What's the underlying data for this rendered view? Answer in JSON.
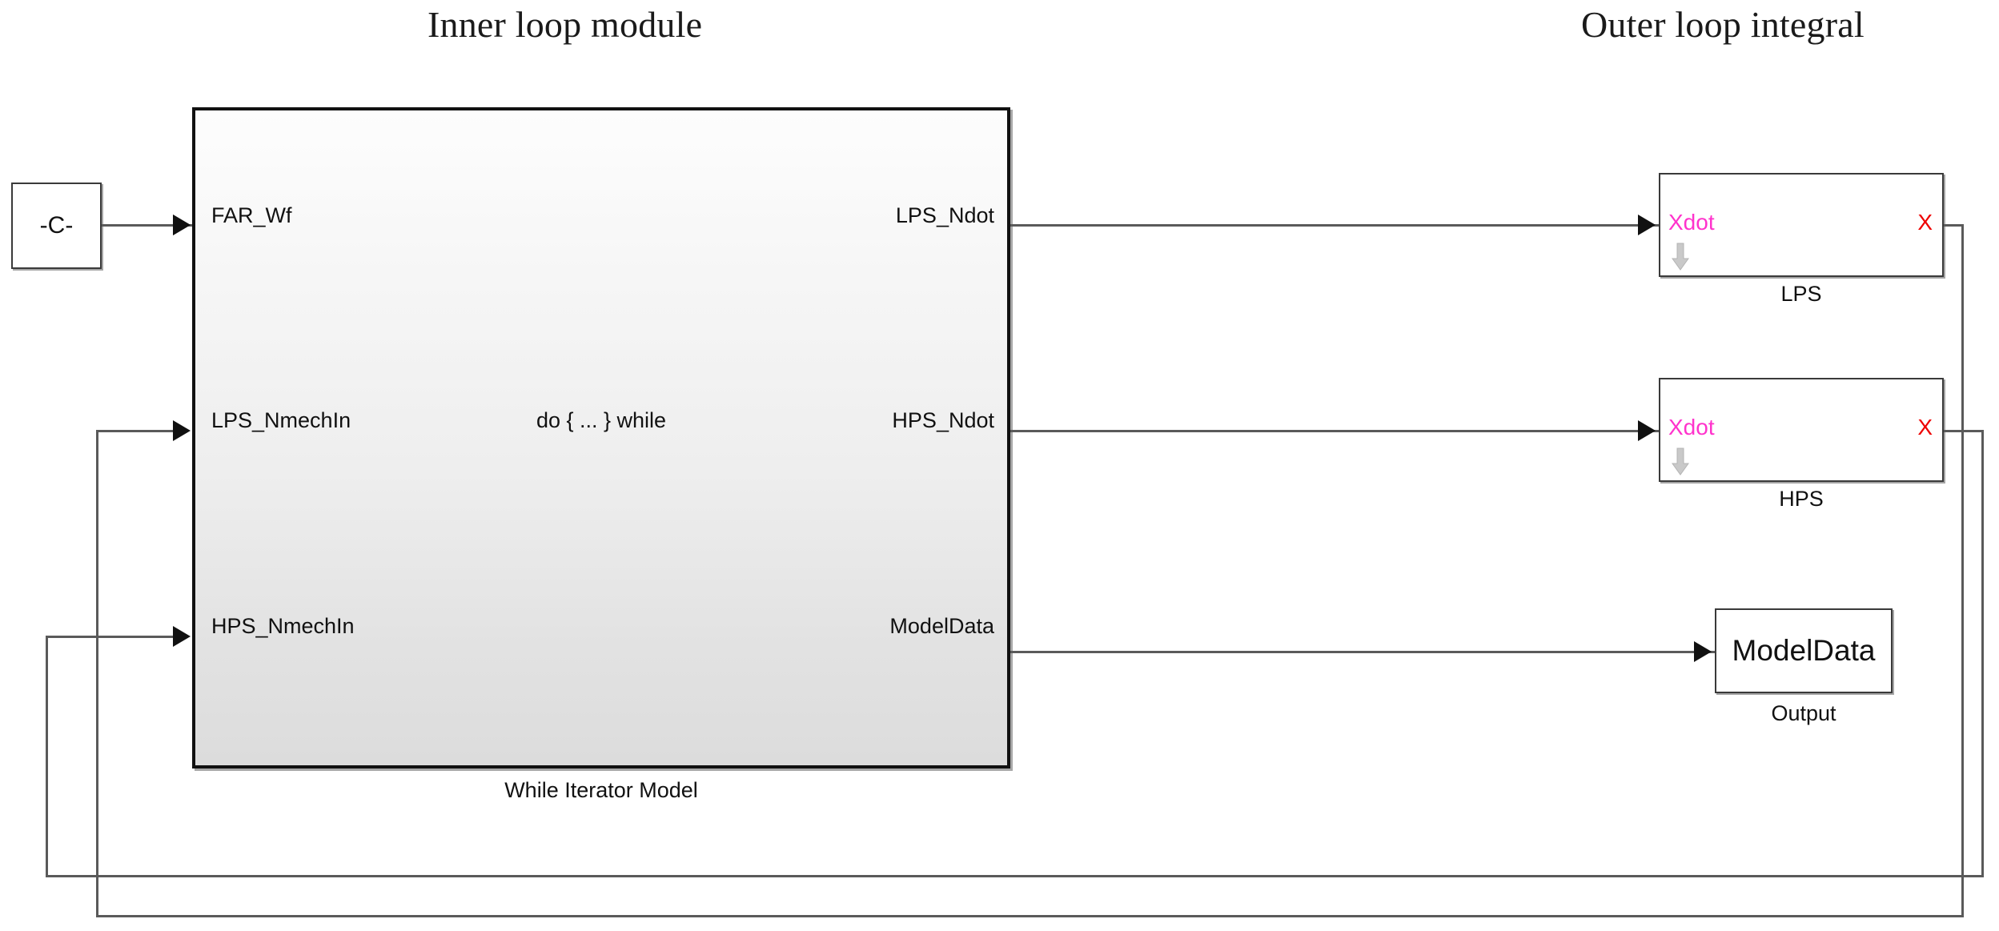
{
  "headings": {
    "inner": "Inner loop module",
    "outer": "Outer loop integral"
  },
  "constant_block": {
    "label": "-C-",
    "name": "constant-source"
  },
  "subsystem": {
    "center_label": "do { ... } while",
    "caption": "While Iterator Model",
    "inputs": [
      {
        "label": "FAR_Wf"
      },
      {
        "label": "LPS_NmechIn"
      },
      {
        "label": "HPS_NmechIn"
      }
    ],
    "outputs": [
      {
        "label": "LPS_Ndot"
      },
      {
        "label": "HPS_Ndot"
      },
      {
        "label": "ModelData"
      }
    ]
  },
  "integrators": [
    {
      "in_label": "Xdot",
      "out_label": "X",
      "caption": "LPS",
      "in_color": "#ff33cc",
      "out_color": "#ee0000"
    },
    {
      "in_label": "Xdot",
      "out_label": "X",
      "caption": "HPS",
      "in_color": "#ff33cc",
      "out_color": "#ee0000"
    }
  ],
  "output_block": {
    "label": "ModelData",
    "caption": "Output"
  },
  "icons": {
    "state_arrow": "down-arrow-icon",
    "signal_arrow": "signal-arrowhead-icon"
  },
  "colors": {
    "wire": "#5a5a5a",
    "block_border": "#3a3a3a",
    "subsystem_border": "#111111",
    "xdot": "#ff33cc",
    "x": "#ee0000"
  }
}
